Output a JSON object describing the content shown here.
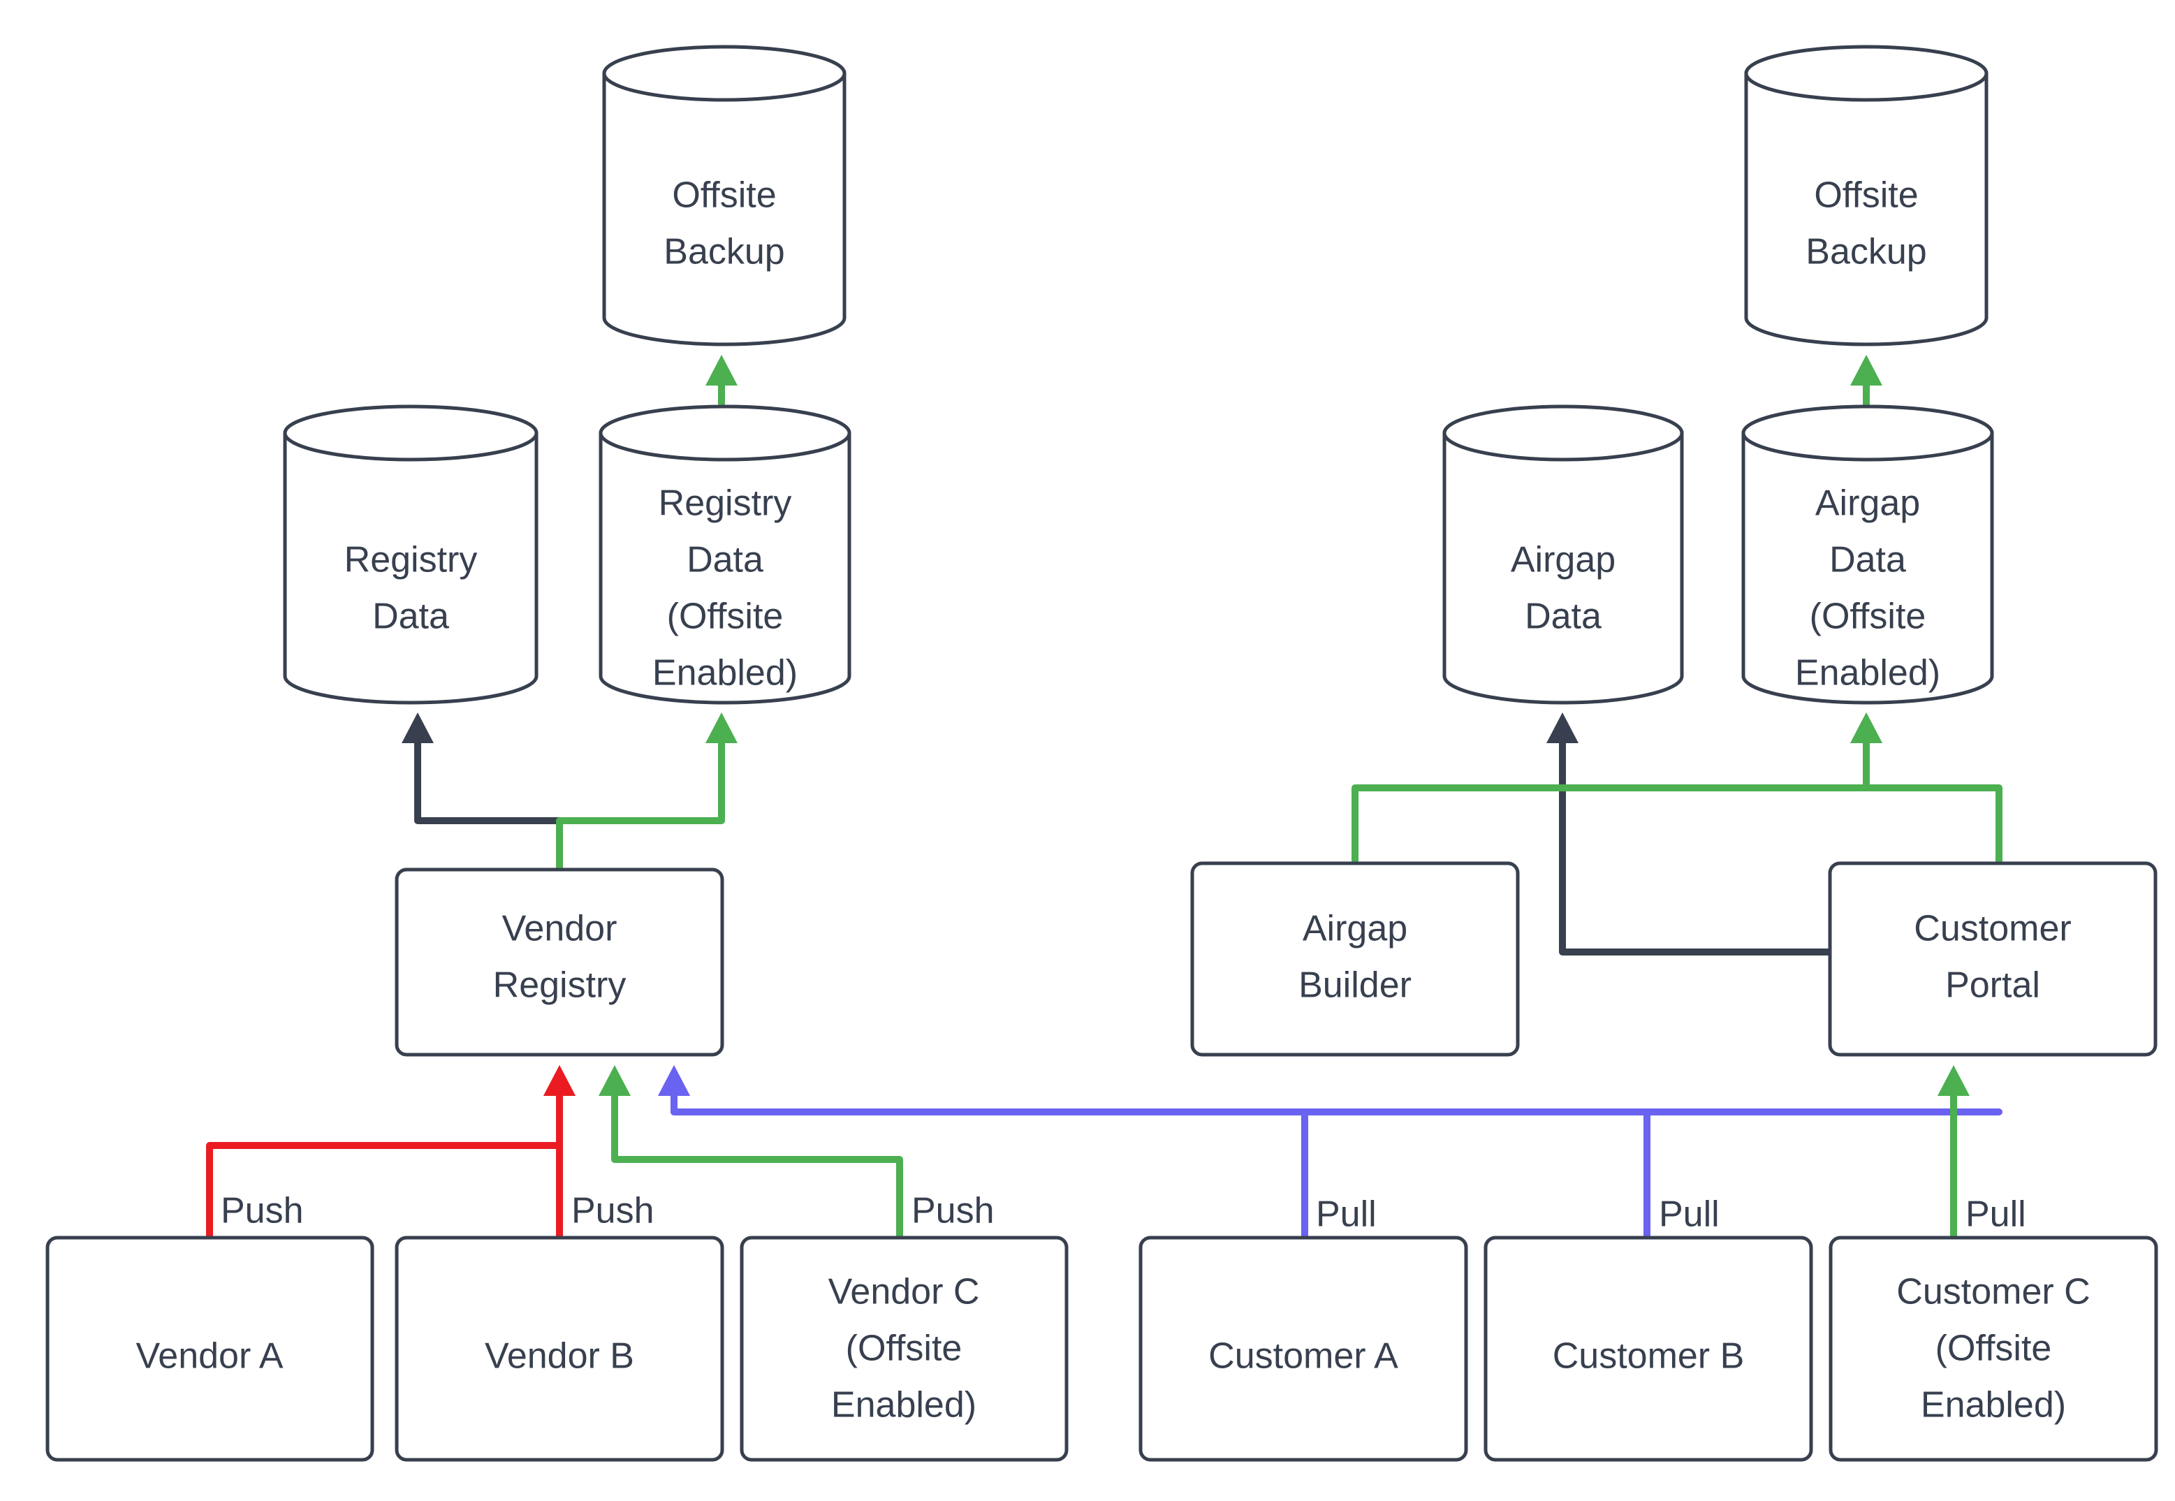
{
  "diagram": {
    "title": "Vendor Registry and Customer Airgap Data Flow",
    "type": "flowchart",
    "background": "#ffffff",
    "colors": {
      "stroke": "#38404f",
      "text": "#38404f",
      "green": "#4caf50",
      "red": "#ea1c22",
      "blue": "#6a62f0",
      "dark": "#38404f"
    },
    "nodes": [
      {
        "id": "offsite-backup-left",
        "shape": "cylinder",
        "lines": [
          "Offsite",
          "Backup"
        ]
      },
      {
        "id": "registry-data",
        "shape": "cylinder",
        "lines": [
          "Registry",
          "Data"
        ]
      },
      {
        "id": "registry-data-offsite",
        "shape": "cylinder",
        "lines": [
          "Registry",
          "Data",
          "(Offsite",
          "Enabled)"
        ]
      },
      {
        "id": "vendor-registry",
        "shape": "box",
        "lines": [
          "Vendor",
          "Registry"
        ]
      },
      {
        "id": "vendor-a",
        "shape": "box",
        "lines": [
          "Vendor A"
        ]
      },
      {
        "id": "vendor-b",
        "shape": "box",
        "lines": [
          "Vendor B"
        ]
      },
      {
        "id": "vendor-c",
        "shape": "box",
        "lines": [
          "Vendor C",
          "(Offsite",
          "Enabled)"
        ]
      },
      {
        "id": "offsite-backup-right",
        "shape": "cylinder",
        "lines": [
          "Offsite",
          "Backup"
        ]
      },
      {
        "id": "airgap-data",
        "shape": "cylinder",
        "lines": [
          "Airgap",
          "Data"
        ]
      },
      {
        "id": "airgap-data-offsite",
        "shape": "cylinder",
        "lines": [
          "Airgap",
          "Data",
          "(Offsite",
          "Enabled)"
        ]
      },
      {
        "id": "airgap-builder",
        "shape": "box",
        "lines": [
          "Airgap",
          "Builder"
        ]
      },
      {
        "id": "customer-portal",
        "shape": "box",
        "lines": [
          "Customer",
          "Portal"
        ]
      },
      {
        "id": "customer-a",
        "shape": "box",
        "lines": [
          "Customer A"
        ]
      },
      {
        "id": "customer-b",
        "shape": "box",
        "lines": [
          "Customer B"
        ]
      },
      {
        "id": "customer-c",
        "shape": "box",
        "lines": [
          "Customer C",
          "(Offsite",
          "Enabled)"
        ]
      }
    ],
    "edges": [
      {
        "id": "e1",
        "from": "registry-data-offsite",
        "to": "offsite-backup-left",
        "color": "green",
        "label": ""
      },
      {
        "id": "e2",
        "from": "vendor-registry",
        "to": "registry-data",
        "color": "dark",
        "label": ""
      },
      {
        "id": "e3",
        "from": "vendor-registry",
        "to": "registry-data-offsite",
        "color": "green",
        "label": ""
      },
      {
        "id": "e4",
        "from": "vendor-a",
        "to": "vendor-registry",
        "color": "red",
        "label": "Push"
      },
      {
        "id": "e5",
        "from": "vendor-b",
        "to": "vendor-registry",
        "color": "red",
        "label": "Push"
      },
      {
        "id": "e6",
        "from": "vendor-c",
        "to": "vendor-registry",
        "color": "green",
        "label": "Push"
      },
      {
        "id": "e7",
        "from": "airgap-data-offsite",
        "to": "offsite-backup-right",
        "color": "green",
        "label": ""
      },
      {
        "id": "e8",
        "from": "customer-portal",
        "to": "airgap-data",
        "color": "dark",
        "label": ""
      },
      {
        "id": "e9",
        "from": "airgap-builder",
        "to": "airgap-data-offsite",
        "color": "green",
        "label": ""
      },
      {
        "id": "e10",
        "from": "customer-portal",
        "to": "airgap-data-offsite",
        "color": "green",
        "label": ""
      },
      {
        "id": "e11",
        "from": "customer-a",
        "to": "vendor-registry",
        "color": "blue",
        "label": "Pull"
      },
      {
        "id": "e12",
        "from": "customer-b",
        "to": "vendor-registry",
        "color": "blue",
        "label": "Pull"
      },
      {
        "id": "e13",
        "from": "customer-c",
        "to": "customer-portal",
        "color": "green",
        "label": "Pull"
      }
    ],
    "labels": {
      "offsite_backup_l1": "Offsite",
      "offsite_backup_l2": "Backup",
      "registry_data_l1": "Registry",
      "registry_data_l2": "Data",
      "registry_data_off_l1": "Registry",
      "registry_data_off_l2": "Data",
      "registry_data_off_l3": "(Offsite",
      "registry_data_off_l4": "Enabled)",
      "vendor_registry_l1": "Vendor",
      "vendor_registry_l2": "Registry",
      "vendor_a": "Vendor A",
      "vendor_b": "Vendor B",
      "vendor_c_l1": "Vendor C",
      "vendor_c_l2": "(Offsite",
      "vendor_c_l3": "Enabled)",
      "offsite_backup_r_l1": "Offsite",
      "offsite_backup_r_l2": "Backup",
      "airgap_data_l1": "Airgap",
      "airgap_data_l2": "Data",
      "airgap_data_off_l1": "Airgap",
      "airgap_data_off_l2": "Data",
      "airgap_data_off_l3": "(Offsite",
      "airgap_data_off_l4": "Enabled)",
      "airgap_builder_l1": "Airgap",
      "airgap_builder_l2": "Builder",
      "customer_portal_l1": "Customer",
      "customer_portal_l2": "Portal",
      "customer_a": "Customer A",
      "customer_b": "Customer B",
      "customer_c_l1": "Customer C",
      "customer_c_l2": "(Offsite",
      "customer_c_l3": "Enabled)",
      "push_1": "Push",
      "push_2": "Push",
      "push_3": "Push",
      "pull_1": "Pull",
      "pull_2": "Pull",
      "pull_3": "Pull"
    }
  }
}
